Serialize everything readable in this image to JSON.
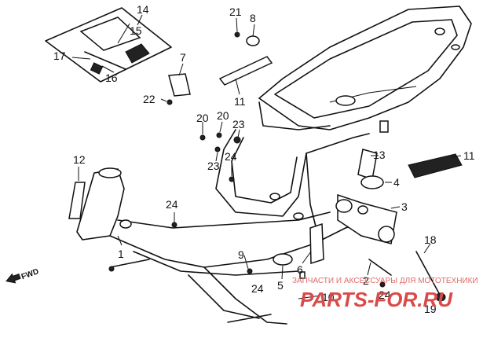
{
  "callouts": {
    "p1": "1",
    "p2": "2",
    "p3": "3",
    "p4": "4",
    "p5": "5",
    "p6": "6",
    "p7": "7",
    "p8": "8",
    "p9": "9",
    "p10": "10",
    "p11a": "11",
    "p11b": "11",
    "p12": "12",
    "p13": "13",
    "p14": "14",
    "p15": "15",
    "p16": "16",
    "p17": "17",
    "p18": "18",
    "p19": "19",
    "p20a": "20",
    "p20b": "20",
    "p21": "21",
    "p22": "22",
    "p23a": "23",
    "p23b": "23",
    "p24a": "24",
    "p24b": "24",
    "p24c": "24",
    "p24d": "24"
  },
  "fwd_label": "FWD",
  "watermark": {
    "line1": "ЗАПЧАСТИ И АКСЕССУАРЫ ДЛЯ МОТОТЕХНИКИ",
    "line2": "PARTS-FOR.RU"
  },
  "colors": {
    "line": "#111111",
    "watermark": "#d94a4a"
  }
}
